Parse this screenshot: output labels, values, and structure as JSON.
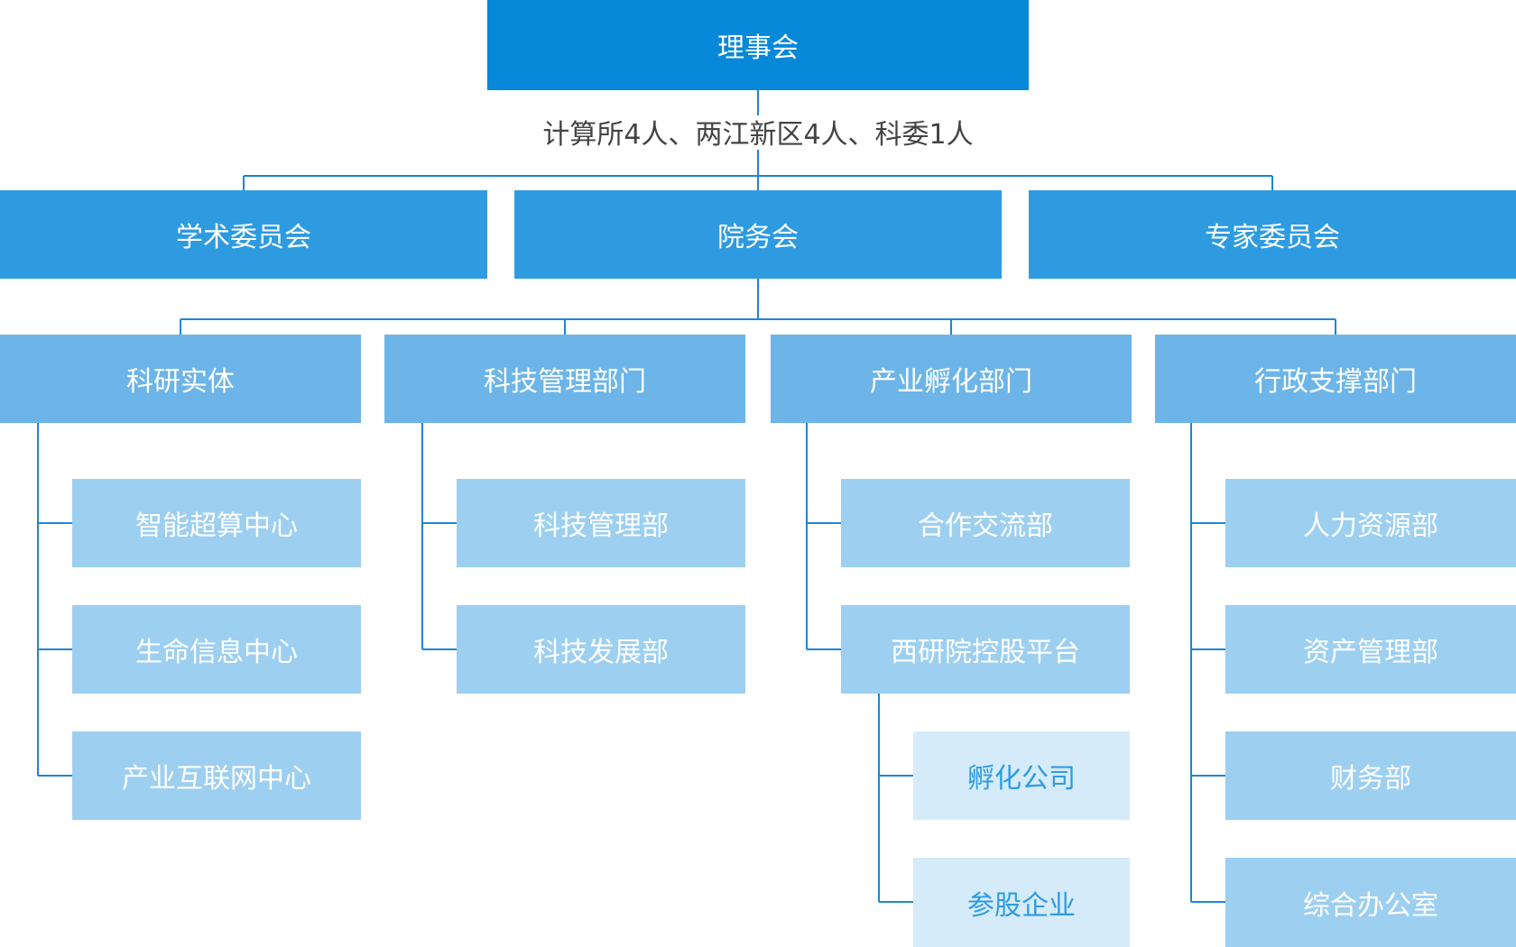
{
  "board": {
    "label": "理事会",
    "composition": "计算所4人、两江新区4人、科委1人"
  },
  "committees": {
    "academic": "学术委员会",
    "affairs": "院务会",
    "expert": "专家委员会"
  },
  "divisions": [
    {
      "label": "科研实体",
      "children": [
        {
          "label": "智能超算中心"
        },
        {
          "label": "生命信息中心"
        },
        {
          "label": "产业互联网中心"
        }
      ]
    },
    {
      "label": "科技管理部门",
      "children": [
        {
          "label": "科技管理部"
        },
        {
          "label": "科技发展部"
        }
      ]
    },
    {
      "label": "产业孵化部门",
      "children": [
        {
          "label": "合作交流部"
        },
        {
          "label": "西研院控股平台",
          "children": [
            {
              "label": "孵化公司"
            },
            {
              "label": "参股企业"
            }
          ]
        }
      ]
    },
    {
      "label": "行政支撑部门",
      "children": [
        {
          "label": "人力资源部"
        },
        {
          "label": "资产管理部"
        },
        {
          "label": "财务部"
        },
        {
          "label": "综合办公室"
        }
      ]
    }
  ],
  "colors": {
    "level1": "#0788d8",
    "level2": "#2e9be1",
    "level3": "#6db5e8",
    "level4": "#9dcff0",
    "level5": "#d5ebfa",
    "connector": "#1a86d6",
    "caption_text": "#444444"
  }
}
